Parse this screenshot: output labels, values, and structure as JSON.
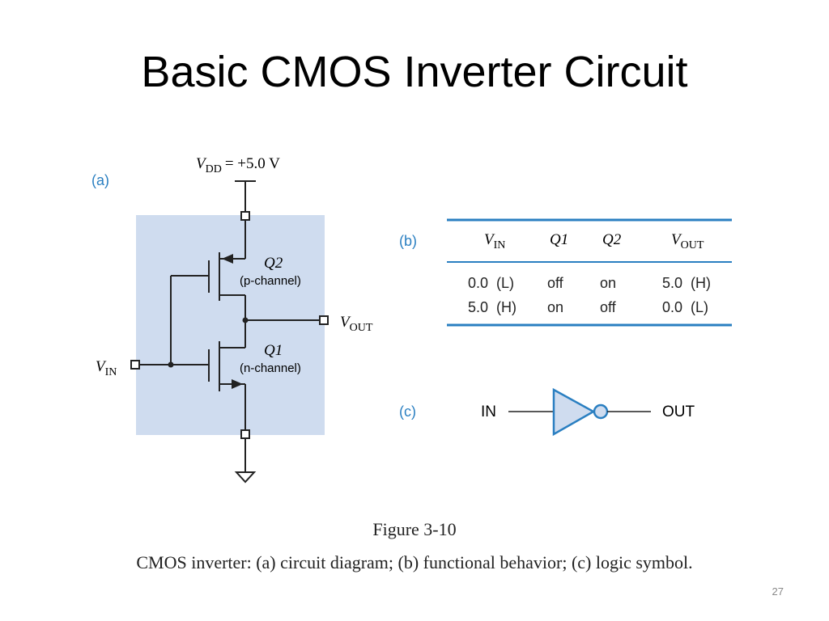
{
  "slide": {
    "title": "Basic CMOS Inverter Circuit",
    "page_number": "27"
  },
  "figure": {
    "number": "Figure 3-10",
    "caption": "CMOS inverter: (a) circuit diagram; (b) functional behavior; (c) logic symbol."
  },
  "circuit": {
    "label": "(a)",
    "vdd_symbol": "V",
    "vdd_subscript": "DD",
    "vdd_value": "= +5.0 V",
    "q2_name": "Q2",
    "q2_type": "(p-channel)",
    "q1_name": "Q1",
    "q1_type": "(n-channel)",
    "vout_symbol": "V",
    "vout_subscript": "OUT",
    "vin_symbol": "V",
    "vin_subscript": "IN"
  },
  "table": {
    "label": "(b)",
    "headers": [
      {
        "main": "V",
        "sub": "IN"
      },
      {
        "main": "Q1",
        "sub": ""
      },
      {
        "main": "Q2",
        "sub": ""
      },
      {
        "main": "V",
        "sub": "OUT"
      }
    ],
    "rows": [
      [
        "0.0  (L)",
        "off",
        "on",
        "5.0  (H)"
      ],
      [
        "5.0  (H)",
        "on",
        "off",
        "0.0  (L)"
      ]
    ]
  },
  "logic_symbol": {
    "label": "(c)",
    "input": "IN",
    "output": "OUT"
  },
  "colors": {
    "accent_blue": "#2a7fc1",
    "shade_blue": "#cfdcef",
    "line": "#222222"
  }
}
